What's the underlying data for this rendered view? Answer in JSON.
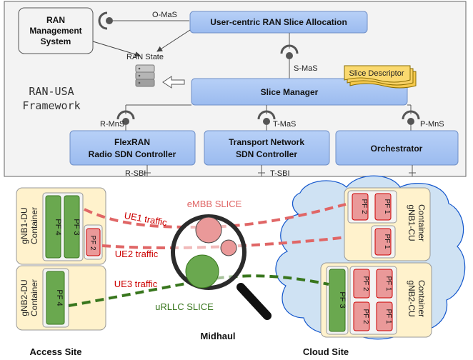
{
  "framework": {
    "title_line1": "RAN-USA",
    "title_line2": "Framework"
  },
  "top_boxes": {
    "ran_mgmt_line1": "RAN",
    "ran_mgmt_line2": "Management",
    "ran_mgmt_line3": "System",
    "allocation": "User-centric RAN Slice Allocation",
    "slice_manager": "Slice Manager",
    "slice_descriptor": "Slice Descriptor",
    "ran_state": "RAN State",
    "flexran_line1": "FlexRAN",
    "flexran_line2": "Radio SDN Controller",
    "transport_line1": "Transport Network",
    "transport_line2": "SDN Controller",
    "orchestrator": "Orchestrator"
  },
  "interfaces": {
    "o_mas": "O-MaS",
    "s_mas": "S-MaS",
    "r_mns": "R-MnS",
    "t_mas": "T-MaS",
    "p_mns": "P-MnS",
    "r_sbi": "R-SBI",
    "t_sbi": "T-SBI"
  },
  "bottom": {
    "embb_slice": "eMBB SLICE",
    "urllc_slice": "uRLLC SLICE",
    "ue1": "UE1  traffic",
    "ue2": "UE2 traffic",
    "ue3": "UE3 traffic",
    "midhaul": "Midhaul",
    "access_site": "Access Site",
    "cloud_site": "Cloud Site",
    "gnb1_du_line1": "gNB1-DU",
    "gnb1_du_line2": "Container",
    "gnb2_du_line1": "gNB2-DU",
    "gnb2_du_line2": "Container",
    "gnb1_cu_line1": "gNB1-CU",
    "gnb1_cu_line2": "Container",
    "gnb2_cu_line1": "gNB2-CU",
    "gnb2_cu_line2": "Container",
    "pf1": "PF 1",
    "pf2": "PF 2",
    "pf3": "PF 3",
    "pf4": "PF 4"
  },
  "colors": {
    "blue_box": "#a4c2f4",
    "green_pf": "#6aa84f",
    "red_pf": "#ea9999",
    "container": "#fff2cc",
    "cloud": "#cfe2f3",
    "embb": "#e06666",
    "urllc": "#38761d"
  }
}
